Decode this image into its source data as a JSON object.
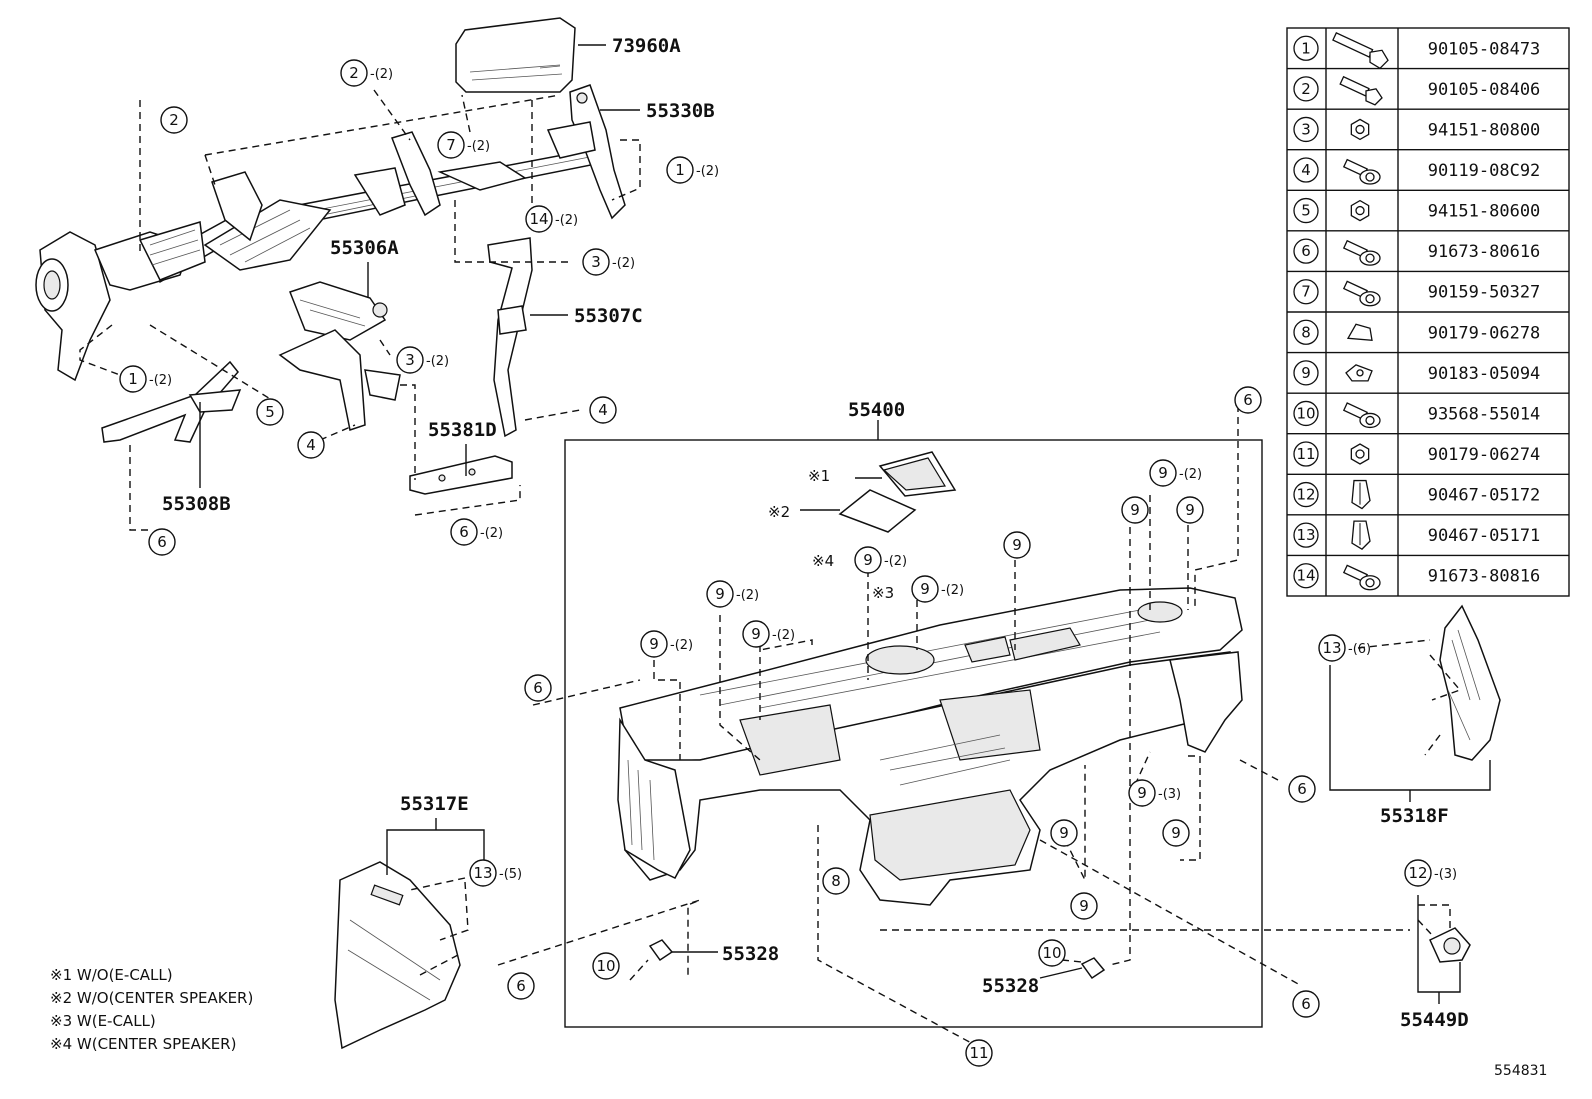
{
  "parts": {
    "p73960A": "73960A",
    "p55330B": "55330B",
    "p55306A": "55306A",
    "p55307C": "55307C",
    "p55381D": "55381D",
    "p55308B": "55308B",
    "p55400": "55400",
    "p55317E": "55317E",
    "p55318F": "55318F",
    "p55449D": "55449D",
    "p55328a": "55328",
    "p55328b": "55328"
  },
  "callouts": {
    "c1": {
      "num": "2",
      "qty": ""
    },
    "c2": {
      "num": "2",
      "qty": "-(2)"
    },
    "c3": {
      "num": "7",
      "qty": "-(2)"
    },
    "c4": {
      "num": "1",
      "qty": "-(2)"
    },
    "c5": {
      "num": "14",
      "qty": "-(2)"
    },
    "c6": {
      "num": "3",
      "qty": "-(2)"
    },
    "c7": {
      "num": "1",
      "qty": "-(2)"
    },
    "c8": {
      "num": "5",
      "qty": ""
    },
    "c9": {
      "num": "3",
      "qty": "-(2)"
    },
    "c10": {
      "num": "4",
      "qty": ""
    },
    "c11": {
      "num": "4",
      "qty": ""
    },
    "c12": {
      "num": "6",
      "qty": ""
    },
    "c13": {
      "num": "6",
      "qty": "-(2)"
    },
    "c14": {
      "num": "6",
      "qty": ""
    },
    "c15": {
      "num": "9",
      "qty": "-(2)"
    },
    "c16": {
      "num": "9",
      "qty": ""
    },
    "c17": {
      "num": "9",
      "qty": ""
    },
    "c18": {
      "num": "9",
      "qty": ""
    },
    "c19": {
      "num": "9",
      "qty": "-(2)"
    },
    "c20": {
      "num": "9",
      "qty": "-(2)"
    },
    "c21": {
      "num": "9",
      "qty": "-(2)"
    },
    "c22": {
      "num": "9",
      "qty": "-(2)"
    },
    "c23": {
      "num": "9",
      "qty": "-(2)"
    },
    "c24": {
      "num": "6",
      "qty": ""
    },
    "c25": {
      "num": "6",
      "qty": ""
    },
    "c26": {
      "num": "9",
      "qty": "-(3)"
    },
    "c27": {
      "num": "9",
      "qty": ""
    },
    "c28": {
      "num": "9",
      "qty": ""
    },
    "c29": {
      "num": "8",
      "qty": ""
    },
    "c30": {
      "num": "9",
      "qty": ""
    },
    "c31": {
      "num": "13",
      "qty": "-(5)"
    },
    "c32": {
      "num": "13",
      "qty": "-(6)"
    },
    "c33": {
      "num": "12",
      "qty": "-(3)"
    },
    "c34": {
      "num": "10",
      "qty": ""
    },
    "c35": {
      "num": "10",
      "qty": ""
    },
    "c36": {
      "num": "6",
      "qty": ""
    },
    "c37": {
      "num": "6",
      "qty": ""
    },
    "c38": {
      "num": "11",
      "qty": ""
    }
  },
  "marks": {
    "m1": "※1",
    "m2": "※2",
    "m3": "※3",
    "m4": "※4"
  },
  "notes": [
    "※1 W/O(E-CALL)",
    "※2 W/O(CENTER SPEAKER)",
    "※3 W(E-CALL)",
    "※4 W(CENTER SPEAKER)"
  ],
  "fastener_table": [
    {
      "index": "1",
      "part": "90105-08473",
      "icon": "long-bolt-icon"
    },
    {
      "index": "2",
      "part": "90105-08406",
      "icon": "bolt-icon"
    },
    {
      "index": "3",
      "part": "94151-80800",
      "icon": "hex-nut-icon"
    },
    {
      "index": "4",
      "part": "90119-08C92",
      "icon": "flange-bolt-icon"
    },
    {
      "index": "5",
      "part": "94151-80600",
      "icon": "hex-nut-icon"
    },
    {
      "index": "6",
      "part": "91673-80616",
      "icon": "screw-icon"
    },
    {
      "index": "7",
      "part": "90159-50327",
      "icon": "screw-icon"
    },
    {
      "index": "8",
      "part": "90179-06278",
      "icon": "clip-nut-icon"
    },
    {
      "index": "9",
      "part": "90183-05094",
      "icon": "spring-clip-icon"
    },
    {
      "index": "10",
      "part": "93568-55014",
      "icon": "screw-icon"
    },
    {
      "index": "11",
      "part": "90179-06274",
      "icon": "hex-nut-icon"
    },
    {
      "index": "12",
      "part": "90467-05172",
      "icon": "push-clip-icon"
    },
    {
      "index": "13",
      "part": "90467-05171",
      "icon": "push-clip-icon"
    },
    {
      "index": "14",
      "part": "91673-80816",
      "icon": "screw-icon"
    }
  ],
  "diagram_id": "554831"
}
